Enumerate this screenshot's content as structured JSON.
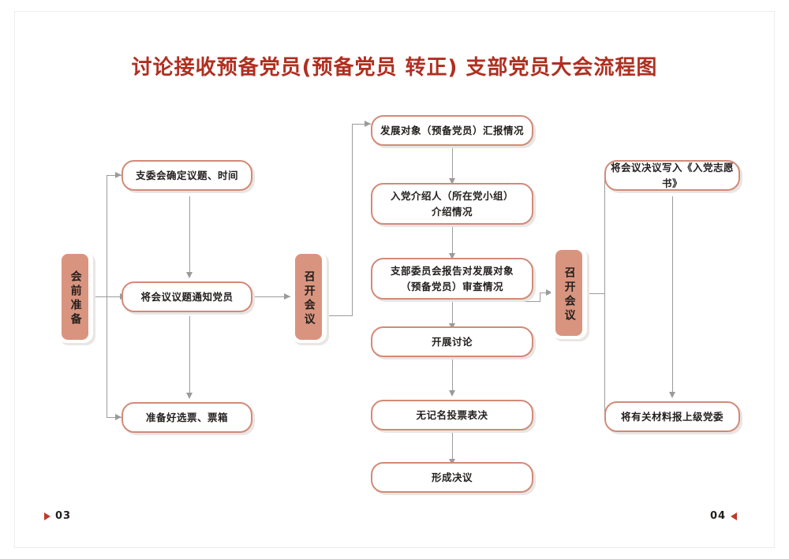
{
  "title": "讨论接收预备党员(预备党员 转正) 支部党员大会流程图",
  "stages": [
    {
      "id": "pre-meeting",
      "label": "会前准备"
    },
    {
      "id": "hold-meeting-1",
      "label": "召开会议"
    },
    {
      "id": "hold-meeting-2",
      "label": "召开会议"
    }
  ],
  "nodes": {
    "left": [
      {
        "id": "set-topic-time",
        "line1": "支委会确定议题、时间",
        "line2": ""
      },
      {
        "id": "notify-members",
        "line1": "将会议议题通知党员",
        "line2": ""
      },
      {
        "id": "prepare-ballots",
        "line1": "准备好选票、票箱",
        "line2": ""
      }
    ],
    "middle": [
      {
        "id": "candidate-report",
        "line1": "发展对象（预备党员）汇报情况",
        "line2": ""
      },
      {
        "id": "introducer-report",
        "line1": "入党介绍人（所在党小组）",
        "line2": "介绍情况"
      },
      {
        "id": "branch-committee-review",
        "line1": "支部委员会报告对发展对象",
        "line2": "（预备党员）审查情况"
      },
      {
        "id": "discussion",
        "line1": "开展讨论",
        "line2": ""
      },
      {
        "id": "secret-ballot",
        "line1": "无记名投票表决",
        "line2": ""
      },
      {
        "id": "form-resolution",
        "line1": "形成决议",
        "line2": ""
      }
    ],
    "right": [
      {
        "id": "write-resolution",
        "line1": "将会议决议写入《入党志愿书》",
        "line2": ""
      },
      {
        "id": "submit-materials",
        "line1": "将有关材料报上级党委",
        "line2": ""
      }
    ]
  },
  "footer": {
    "left_page": "03",
    "right_page": "04"
  },
  "colors": {
    "title": "#b02f21",
    "box_border": "#d28a77",
    "stage_fill": "#d9947f",
    "connector": "#9b9b9b",
    "page_marker": "#c0392b"
  }
}
